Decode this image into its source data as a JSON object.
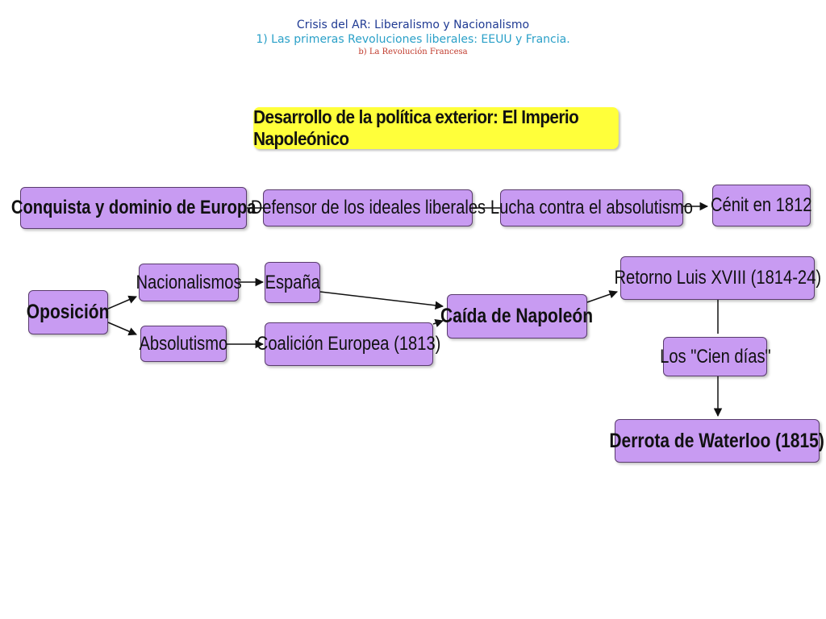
{
  "header": {
    "line1": "Crisis del AR: Liberalismo y Nacionalismo",
    "line2": "1) Las primeras Revoluciones liberales: EEUU y Francia.",
    "line3": "b) La Revolución Francesa"
  },
  "title": "Desarrollo de la política exterior: El Imperio Napoleónico",
  "nodes": {
    "conquista": "Conquista y dominio de Europa",
    "defensor": "Defensor de los ideales liberales",
    "lucha": "Lucha contra el absolutismo",
    "cenit": "Cénit en 1812",
    "oposicion": "Oposición",
    "nacionalismos": "Nacionalismos",
    "absolutismo": "Absolutismo",
    "espana": "España",
    "coalicion": "Coalición Europea (1813)",
    "caida": "Caída de Napoleón",
    "retorno": "Retorno Luis XVIII (1814-24)",
    "cien_dias": "Los \"Cien días\"",
    "waterloo": "Derrota de Waterloo (1815)"
  },
  "colors": {
    "node_fill": "#c89bf2",
    "node_border": "#5a3c6e",
    "title_fill": "#ffff3a",
    "header_line1": "#1f3a93",
    "header_line2": "#2aa0c8",
    "header_line3": "#c0392b"
  }
}
